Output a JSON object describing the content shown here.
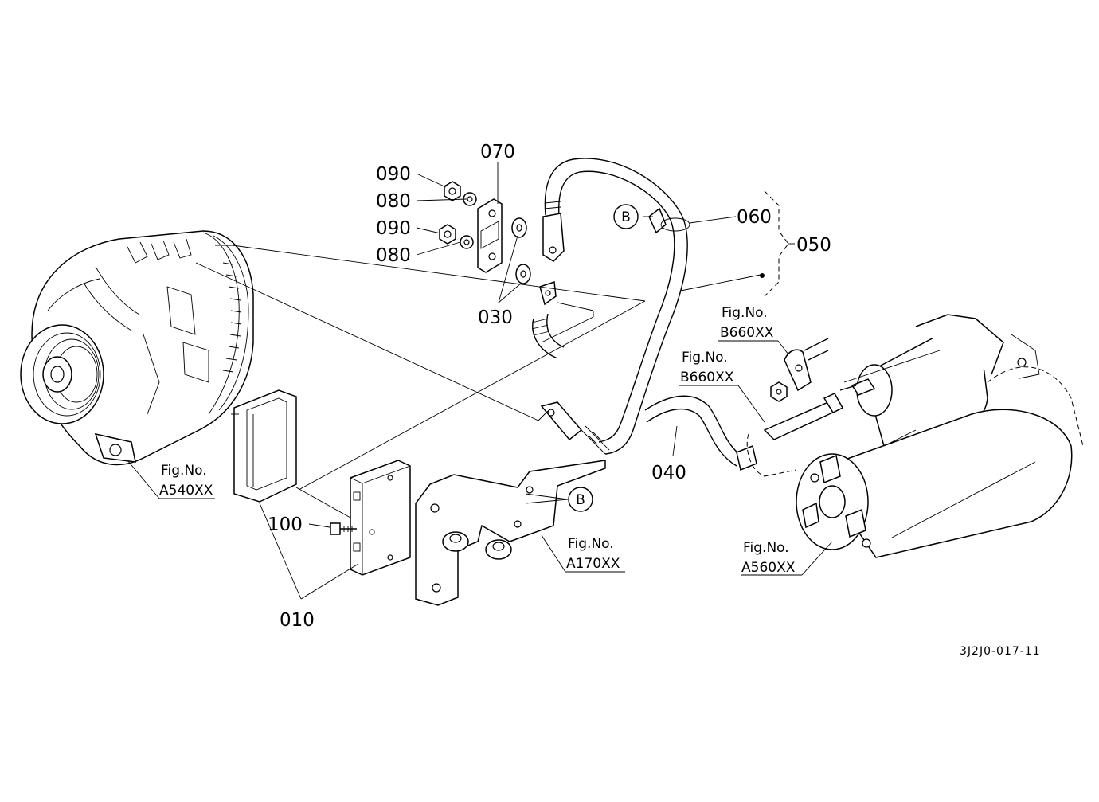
{
  "diagram": {
    "part_labels": {
      "p010": "010",
      "p030": "030",
      "p040": "040",
      "p050": "050",
      "p060": "060",
      "p070": "070",
      "p080a": "080",
      "p080b": "080",
      "p090a": "090",
      "p090b": "090",
      "p100": "100"
    },
    "callouts": {
      "b1": "B",
      "b2": "B"
    },
    "figure_refs": {
      "alternator": {
        "prefix": "Fig.No.",
        "number": "A540XX"
      },
      "bracket": {
        "prefix": "Fig.No.",
        "number": "A170XX"
      },
      "starter": {
        "prefix": "Fig.No.",
        "number": "A560XX"
      },
      "terminal_upper": {
        "prefix": "Fig.No.",
        "number": "B660XX"
      },
      "terminal_lower": {
        "prefix": "Fig.No.",
        "number": "B660XX"
      }
    },
    "drawing_code": "3J2J0-017-11"
  }
}
